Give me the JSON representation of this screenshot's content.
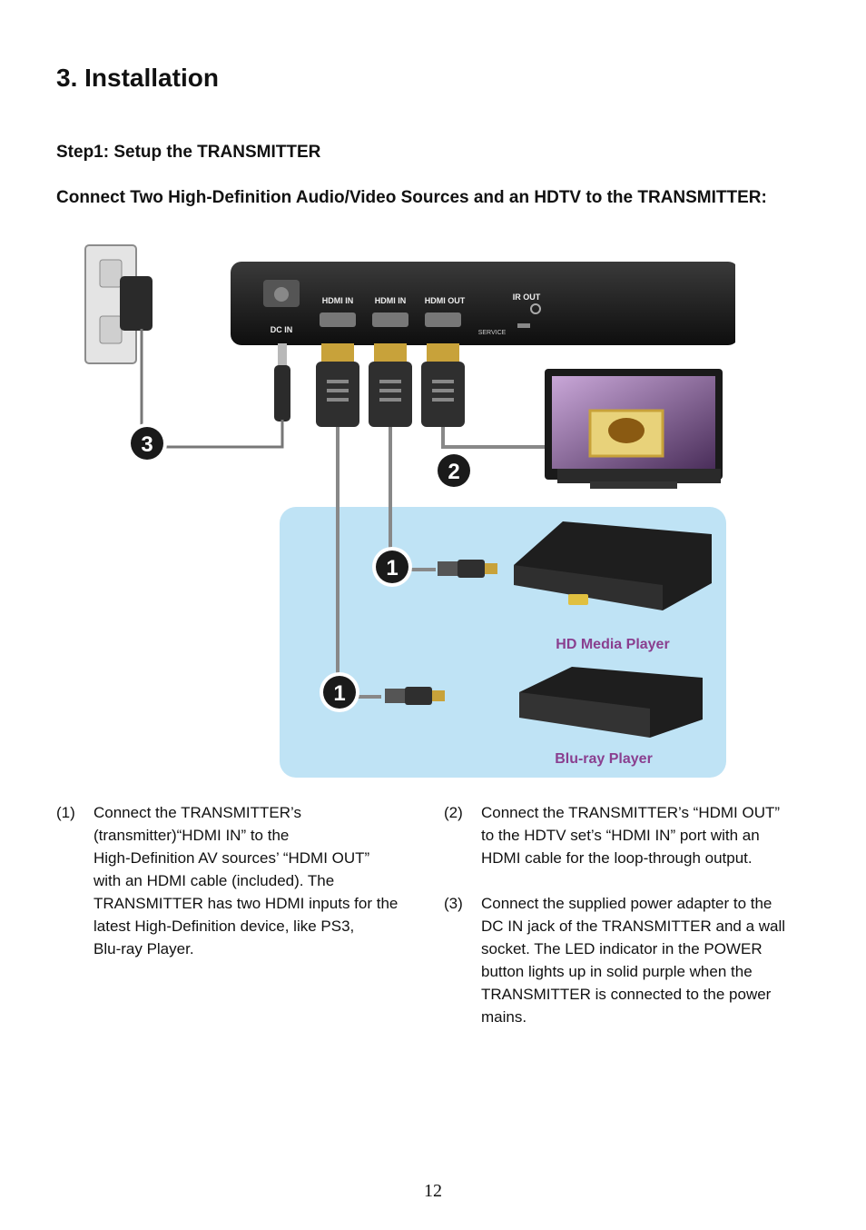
{
  "heading": "3. Installation",
  "step_title": "Step1: Setup the TRANSMITTER",
  "subtitle": "Connect Two High-Definition Audio/Video Sources and an HDTV to the TRANSMITTER:",
  "figure": {
    "ports": {
      "dc_in": "DC IN",
      "hdmi_in_1": "HDMI IN",
      "hdmi_in_2": "HDMI IN",
      "hdmi_out": "HDMI OUT",
      "ir_out": "IR OUT",
      "service": "SERVICE"
    },
    "callouts": {
      "one_a": "1",
      "one_b": "1",
      "two": "2",
      "three": "3"
    },
    "device_labels": {
      "media_player": "HD Media Player",
      "bluray_player": "Blu-ray Player"
    },
    "colors": {
      "panel_bg": "#bfe3f5",
      "label_purple": "#8a3f8f",
      "device_black": "#1e1e1e",
      "connector_gold": "#c8a23a"
    }
  },
  "instructions": {
    "left": [
      {
        "num": "(1)",
        "text": "Connect the TRANSMITTER’s\n(transmitter)“HDMI IN” to the\nHigh-Definition AV sources’ “HDMI OUT”\nwith an HDMI cable (included). The\nTRANSMITTER has two HDMI inputs for the\nlatest High-Definition device, like PS3,\nBlu-ray Player."
      }
    ],
    "right": [
      {
        "num": "(2)",
        "text": "Connect the TRANSMITTER’s “HDMI OUT”\nto the HDTV set’s “HDMI IN” port with an\nHDMI cable for the loop-through output."
      },
      {
        "num": "(3)",
        "text": "Connect the supplied power adapter to the\nDC IN jack of the TRANSMITTER and a wall\nsocket. The LED indicator in the POWER\nbutton lights up in solid purple when the\nTRANSMITTER is connected to the power\nmains."
      }
    ]
  },
  "page_number": "12"
}
